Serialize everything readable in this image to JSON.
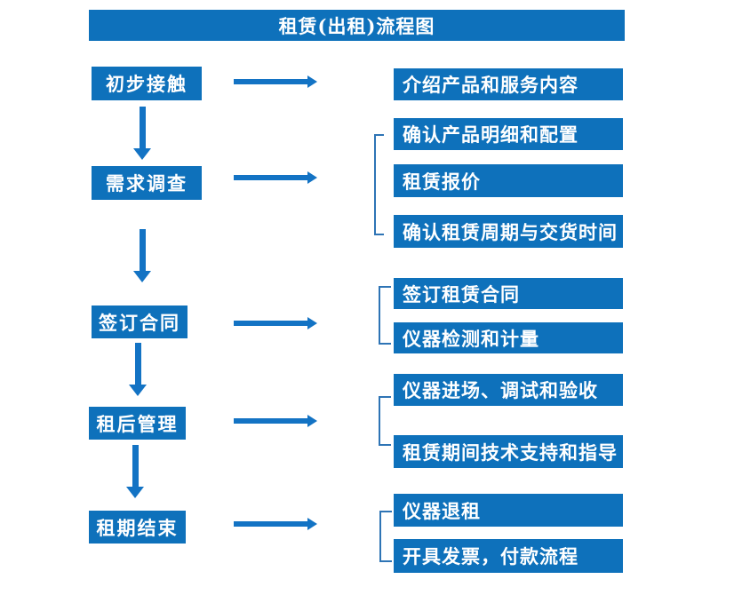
{
  "title": "租赁(出租)流程图",
  "colors": {
    "box_blue": "#0e71bb",
    "arrow_blue": "#1373c4",
    "bracket_blue": "#2e74b5",
    "text_white": "#ffffff"
  },
  "stages": [
    {
      "step": "初步接触",
      "details": [
        "介绍产品和服务内容"
      ]
    },
    {
      "step": "需求调查",
      "details": [
        "确认产品明细和配置",
        "租赁报价",
        "确认租赁周期与交货时间"
      ]
    },
    {
      "step": "签订合同",
      "details": [
        "签订租赁合同",
        "仪器检测和计量"
      ]
    },
    {
      "step": "租后管理",
      "details": [
        "仪器进场、调试和验收",
        "租赁期间技术支持和指导"
      ]
    },
    {
      "step": "租期结束",
      "details": [
        "仪器退租",
        "开具发票，付款流程"
      ]
    }
  ]
}
